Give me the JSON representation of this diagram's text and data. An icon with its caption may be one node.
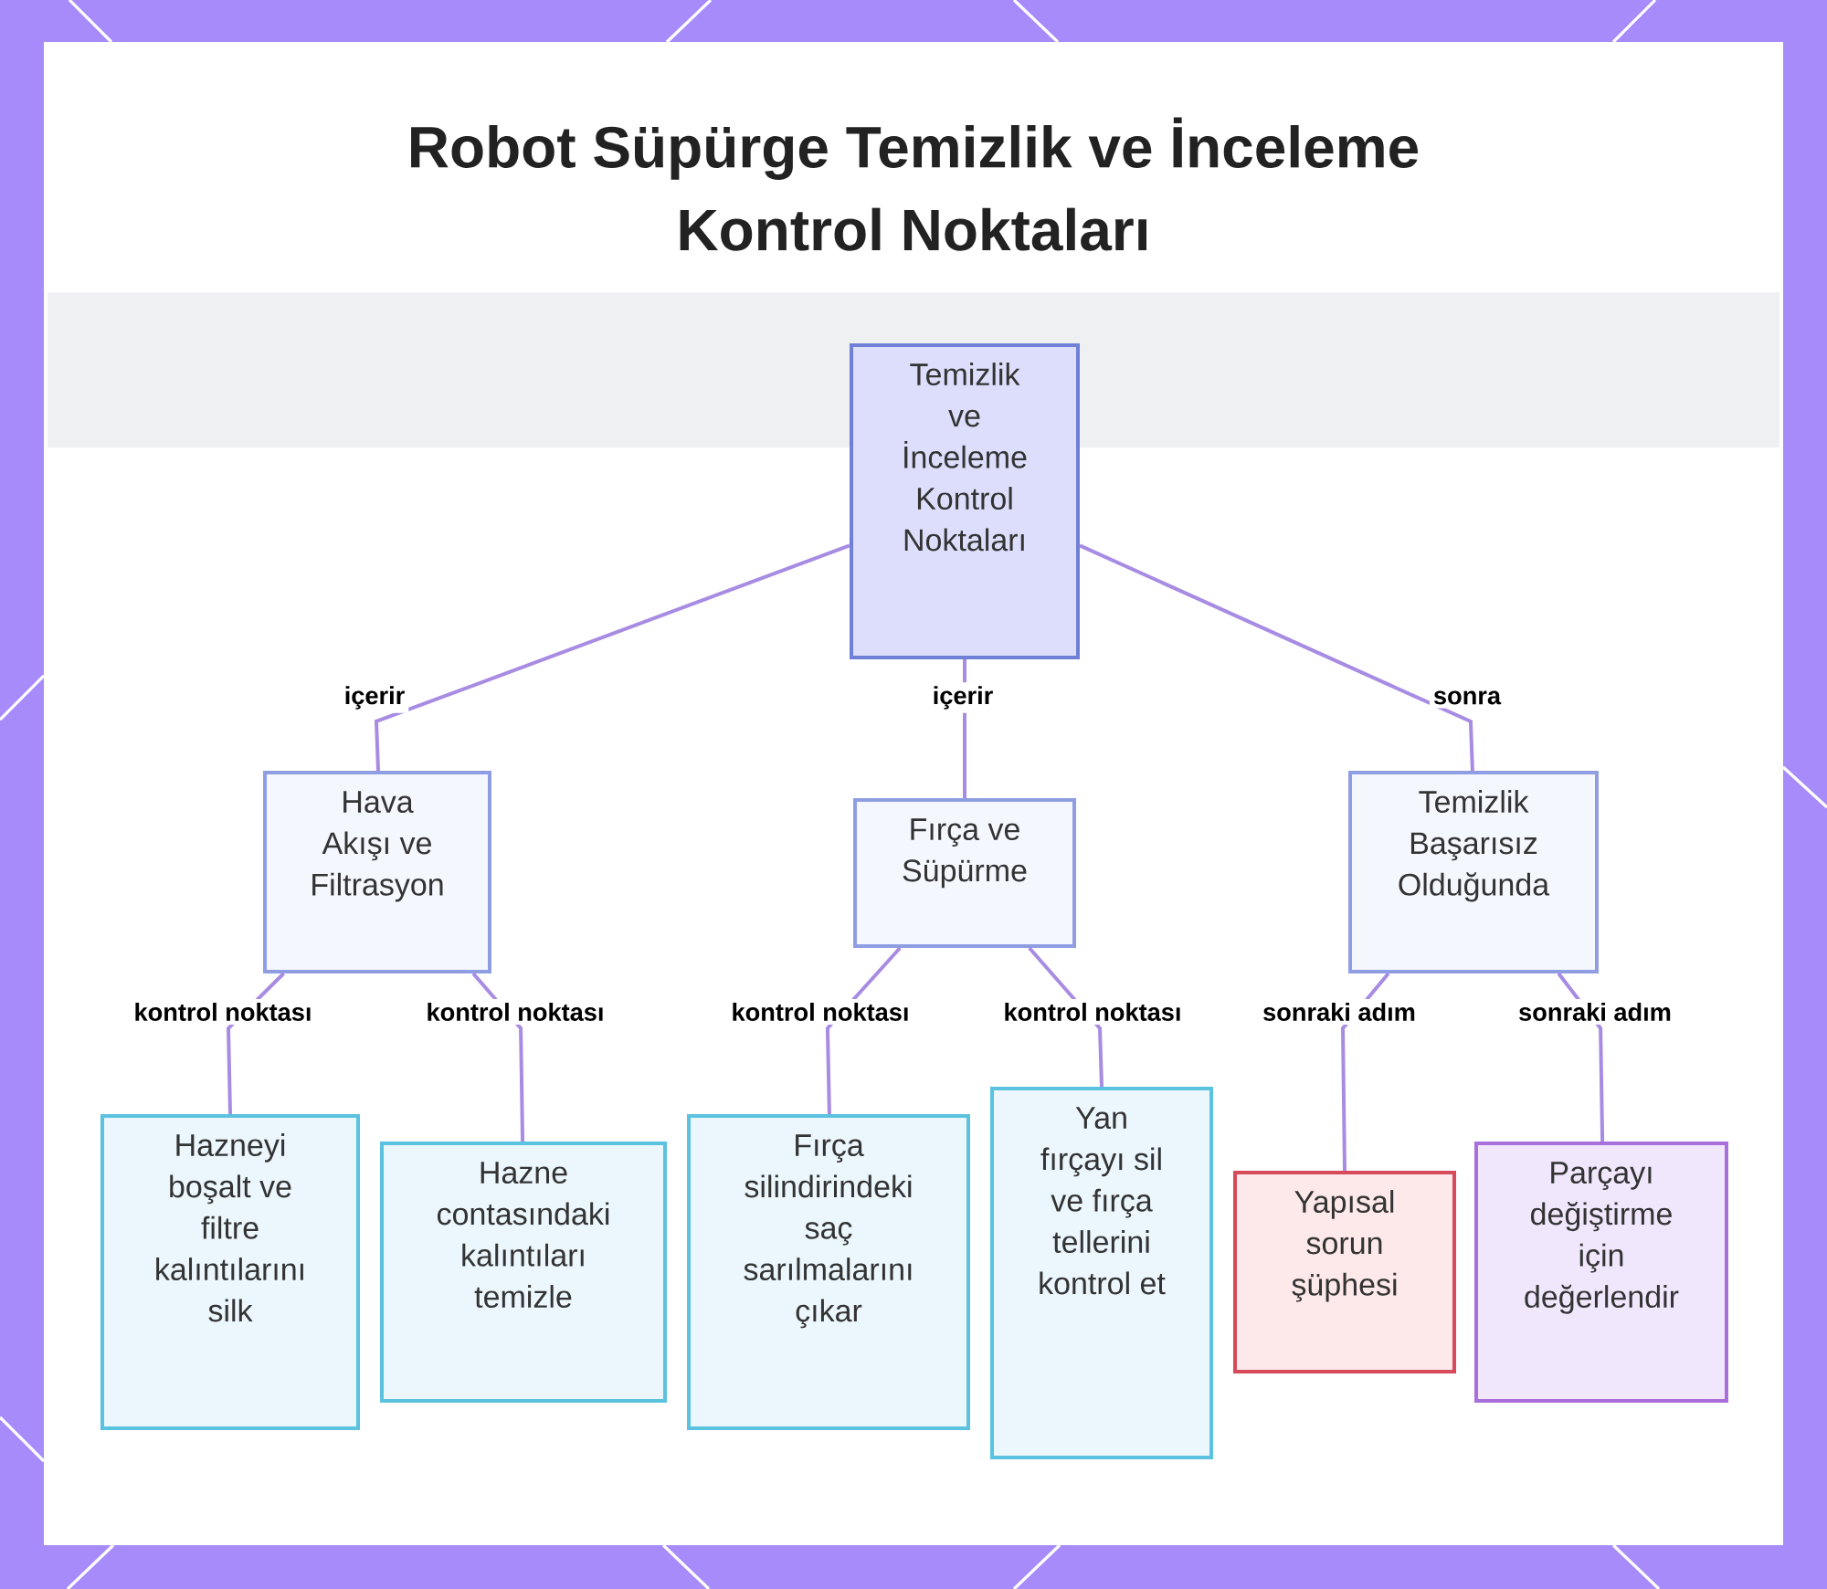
{
  "diagram": {
    "title": "Robot Süpürge Temizlik ve İnceleme Kontrol Noktaları",
    "nodes": [
      {
        "text": [
          "Temizlik ve İnceleme Kontrol Noktaları"
        ]
      },
      {
        "text": [
          "Hava Akışı ve Filtrasyon"
        ]
      },
      {
        "text": [
          "Fırça ve Süpürme"
        ]
      },
      {
        "text": [
          "Temizlik Başarısız Olduğunda"
        ]
      },
      {
        "text": [
          "Hazneyi boşalt ve filtre kalıntılarını silk"
        ]
      },
      {
        "text": [
          "Hazne contasındaki kalıntıları temizle"
        ]
      },
      {
        "text": [
          "Fırça silindirindeki saç sarılmalarını çıkar"
        ]
      },
      {
        "text": [
          "Yan fırçayı sil ve fırça tellerini kontrol et"
        ]
      },
      {
        "text": [
          "Yapısal sorun şüphesi"
        ]
      },
      {
        "text": [
          "Parçayı değiştirme için değerlendir"
        ]
      }
    ],
    "edges": [
      {
        "from": 0,
        "to": 1,
        "arrow": "none",
        "label": "içerir"
      },
      {
        "from": 0,
        "to": 2,
        "arrow": "none",
        "label": "içerir"
      },
      {
        "from": 0,
        "to": 3,
        "arrow": "none",
        "label": "sonra"
      },
      {
        "from": 1,
        "to": 4,
        "arrow": "none",
        "label": "kontrol noktası"
      },
      {
        "from": 1,
        "to": 5,
        "arrow": "none",
        "label": "kontrol noktası"
      },
      {
        "from": 2,
        "to": 6,
        "arrow": "none",
        "label": "kontrol noktası"
      },
      {
        "from": 2,
        "to": 7,
        "arrow": "none",
        "label": "kontrol noktası"
      },
      {
        "from": 3,
        "to": 8,
        "arrow": "none",
        "label": "sonraki adım"
      },
      {
        "from": 3,
        "to": 9,
        "arrow": "none",
        "label": "sonraki adım"
      }
    ]
  }
}
